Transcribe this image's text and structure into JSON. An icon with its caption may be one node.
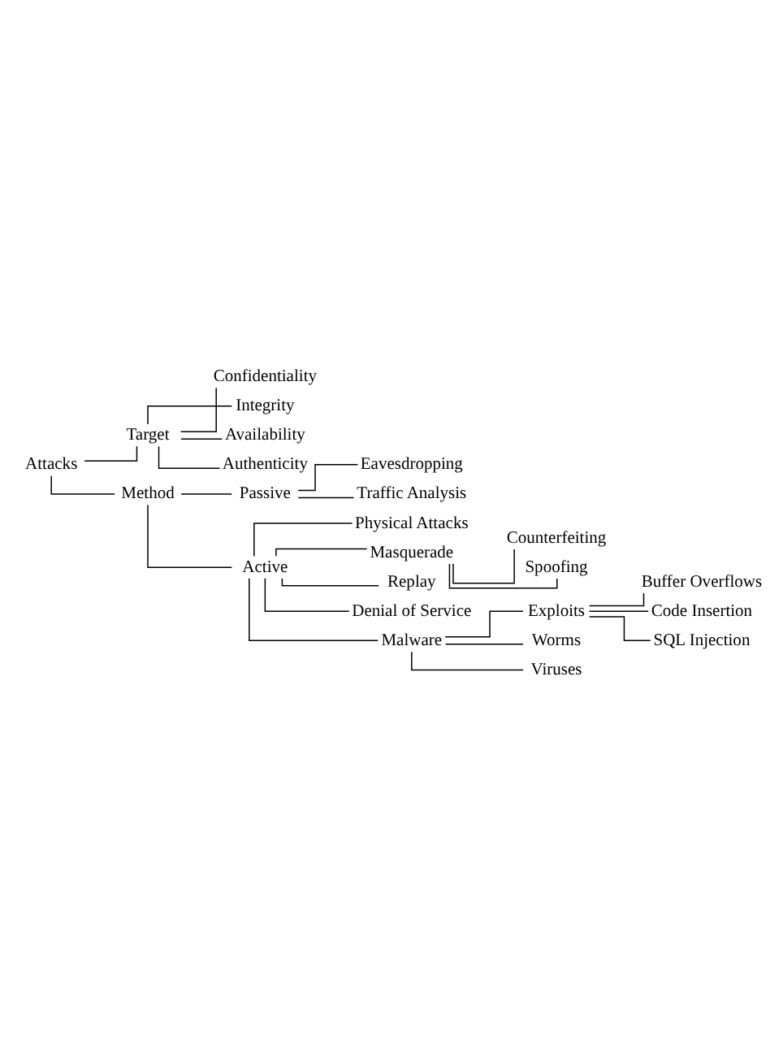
{
  "diagram": {
    "nodes": [
      {
        "text": [
          "Attacks"
        ]
      },
      {
        "text": [
          "Target"
        ]
      },
      {
        "text": [
          "Confidentiality"
        ]
      },
      {
        "text": [
          "Integrity"
        ]
      },
      {
        "text": [
          "Availability"
        ]
      },
      {
        "text": [
          "Authenticity"
        ]
      },
      {
        "text": [
          "Method"
        ]
      },
      {
        "text": [
          "Passive"
        ]
      },
      {
        "text": [
          "Eavesdropping"
        ]
      },
      {
        "text": [
          "Traffic Analysis"
        ]
      },
      {
        "text": [
          "Active"
        ]
      },
      {
        "text": [
          "Physical Attacks"
        ]
      },
      {
        "text": [
          "Masquerade"
        ]
      },
      {
        "text": [
          "Counterfeiting"
        ]
      },
      {
        "text": [
          "Spoofing"
        ]
      },
      {
        "text": [
          "Replay"
        ]
      },
      {
        "text": [
          "Denial of Service"
        ]
      },
      {
        "text": [
          "Malware"
        ]
      },
      {
        "text": [
          "Exploits"
        ]
      },
      {
        "text": [
          "Buffer Overflows"
        ]
      },
      {
        "text": [
          "Code Insertion"
        ]
      },
      {
        "text": [
          "SQL Injection"
        ]
      },
      {
        "text": [
          "Worms"
        ]
      },
      {
        "text": [
          "Viruses"
        ]
      }
    ],
    "edges": [
      {
        "from": 0,
        "to": 1,
        "arrow": "none"
      },
      {
        "from": 1,
        "to": 2,
        "arrow": "none"
      },
      {
        "from": 1,
        "to": 3,
        "arrow": "none"
      },
      {
        "from": 1,
        "to": 4,
        "arrow": "none"
      },
      {
        "from": 1,
        "to": 5,
        "arrow": "none"
      },
      {
        "from": 0,
        "to": 6,
        "arrow": "none"
      },
      {
        "from": 6,
        "to": 7,
        "arrow": "none"
      },
      {
        "from": 7,
        "to": 8,
        "arrow": "none"
      },
      {
        "from": 7,
        "to": 9,
        "arrow": "none"
      },
      {
        "from": 6,
        "to": 10,
        "arrow": "none"
      },
      {
        "from": 10,
        "to": 11,
        "arrow": "none"
      },
      {
        "from": 10,
        "to": 12,
        "arrow": "none"
      },
      {
        "from": 12,
        "to": 13,
        "arrow": "none"
      },
      {
        "from": 12,
        "to": 14,
        "arrow": "none"
      },
      {
        "from": 10,
        "to": 15,
        "arrow": "none"
      },
      {
        "from": 10,
        "to": 16,
        "arrow": "none"
      },
      {
        "from": 10,
        "to": 17,
        "arrow": "none"
      },
      {
        "from": 17,
        "to": 18,
        "arrow": "none"
      },
      {
        "from": 18,
        "to": 19,
        "arrow": "none"
      },
      {
        "from": 18,
        "to": 20,
        "arrow": "none"
      },
      {
        "from": 18,
        "to": 21,
        "arrow": "none"
      },
      {
        "from": 17,
        "to": 22,
        "arrow": "none"
      },
      {
        "from": 17,
        "to": 23,
        "arrow": "none"
      }
    ]
  }
}
